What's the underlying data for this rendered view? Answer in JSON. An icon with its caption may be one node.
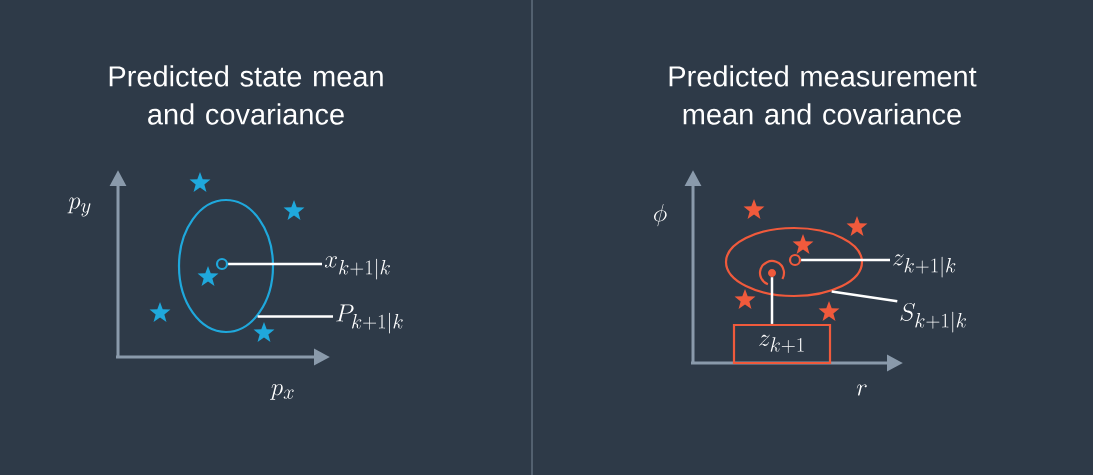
{
  "diagram": {
    "nodes": [
      {
        "text": [
          "x_{k+1|k}"
        ]
      },
      {
        "text": [],
        "shape": "circle",
        "in": 3
      },
      {
        "text": [
          "P_{k+1|k}"
        ]
      },
      {
        "text": [],
        "shape": "ellipse"
      },
      {
        "text": [],
        "shape": "circle",
        "in": 6
      },
      {
        "text": [
          "z_{k+1|k}"
        ]
      },
      {
        "text": [],
        "shape": "ellipse"
      },
      {
        "text": [
          "S_{k+1|k}"
        ]
      },
      {
        "text": [
          "z_{k+1}"
        ]
      },
      {
        "text": [],
        "shape": "circle",
        "in": 6
      }
    ],
    "edges": [
      {
        "from": 0,
        "to": 1,
        "arrow": "none"
      },
      {
        "from": 2,
        "to": 3,
        "arrow": "none"
      },
      {
        "from": 5,
        "to": 4,
        "arrow": "none"
      },
      {
        "from": 7,
        "to": 6,
        "arrow": "none"
      },
      {
        "from": 8,
        "to": 9,
        "arrow": "none"
      }
    ],
    "labels": [
      "Predicted state mean and covariance",
      "p_y",
      "p_x",
      "Predicted measurement mean and covariance",
      "\\phi",
      "r"
    ]
  }
}
